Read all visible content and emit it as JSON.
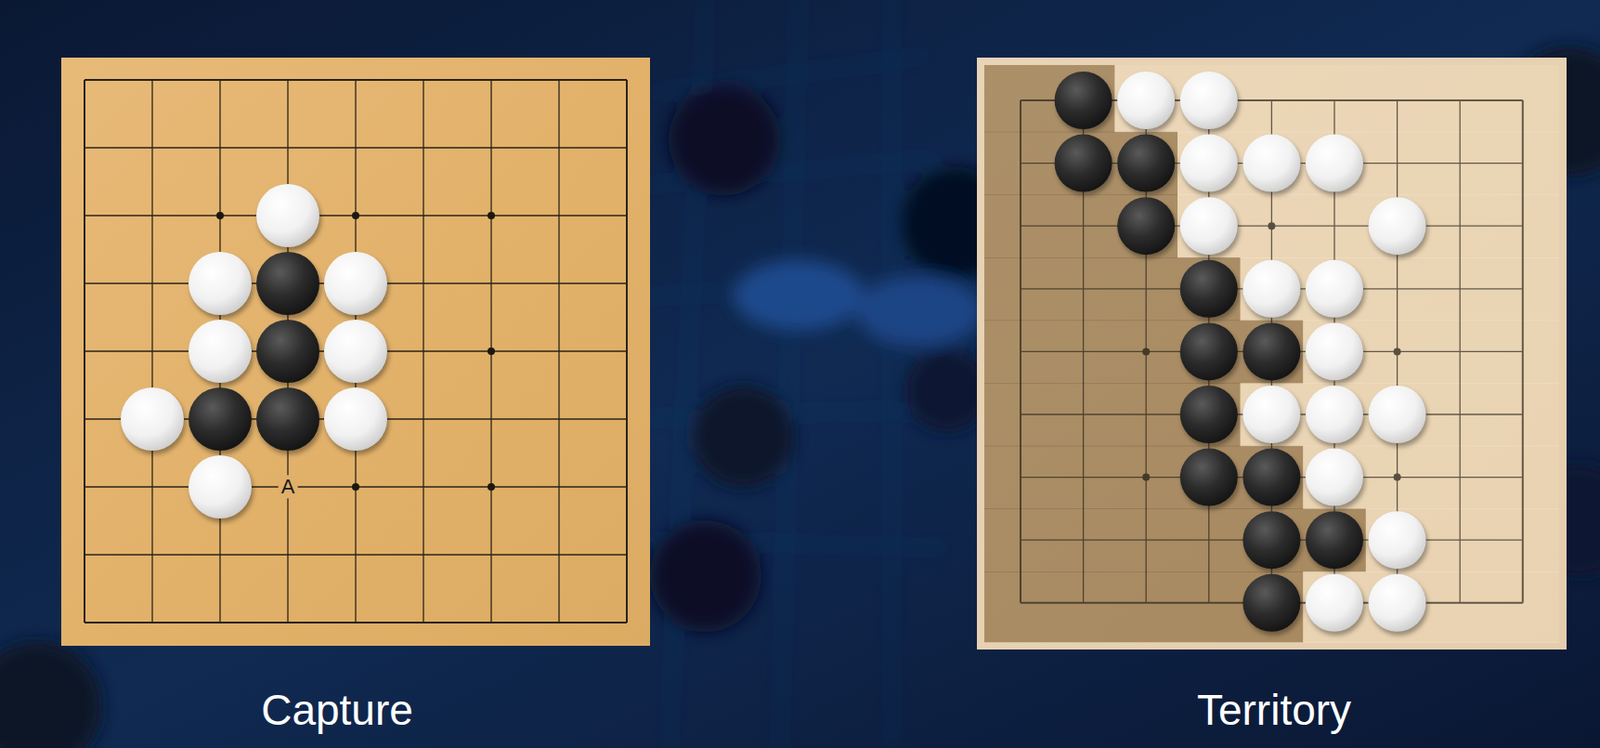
{
  "diagram": {
    "labels": [
      "A",
      "Capture",
      "Territory"
    ]
  }
}
